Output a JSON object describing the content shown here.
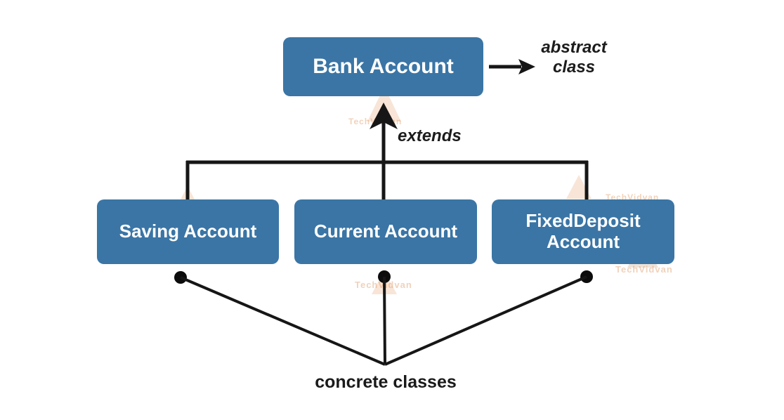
{
  "diagram": {
    "abstract_box": {
      "label": "Bank Account"
    },
    "abstract_annotation": {
      "label": "abstract class"
    },
    "extends_annotation": {
      "label": "extends"
    },
    "concrete_boxes": [
      {
        "label": "Saving Account"
      },
      {
        "label": "Current Account"
      },
      {
        "label": "FixedDeposit Account"
      }
    ],
    "concrete_annotation": {
      "label": "concrete classes"
    },
    "watermark": {
      "label": "TechVidvan"
    },
    "colors": {
      "box_fill": "#3A75A5",
      "box_text": "#FFFFFF",
      "line": "#161616",
      "annotation_text": "#1C1C1C",
      "watermark_orange": "#D98A4F"
    }
  }
}
